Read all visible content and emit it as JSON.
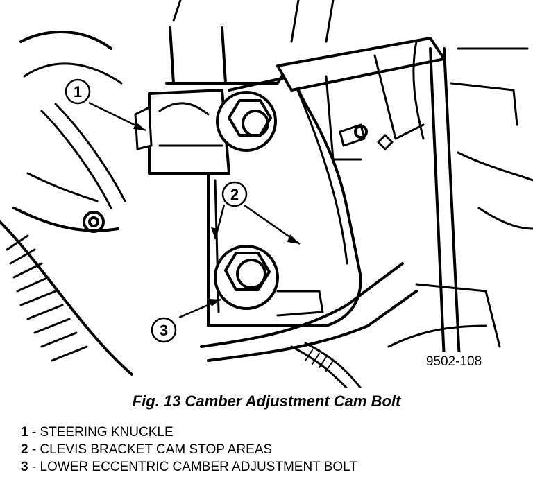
{
  "figure": {
    "number_label": "9502-108",
    "callouts": [
      {
        "id": "1",
        "label": "1"
      },
      {
        "id": "2",
        "label": "2"
      },
      {
        "id": "3",
        "label": "3"
      }
    ]
  },
  "caption": "Fig. 13 Camber Adjustment Cam Bolt",
  "legend": [
    {
      "num": "1",
      "text": " - STEERING KNUCKLE"
    },
    {
      "num": "2",
      "text": " - CLEVIS BRACKET CAM STOP AREAS"
    },
    {
      "num": "3",
      "text": " - LOWER ECCENTRIC CAMBER ADJUSTMENT BOLT"
    }
  ]
}
